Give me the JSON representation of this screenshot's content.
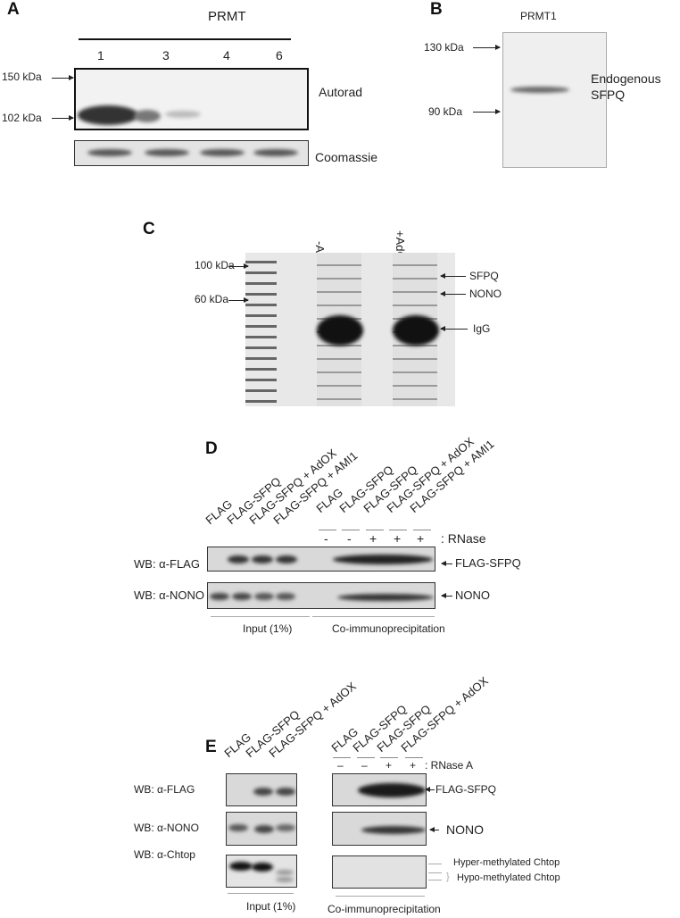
{
  "panelA": {
    "letter": "A",
    "title": "PRMT",
    "lanes": [
      "1",
      "3",
      "4",
      "6"
    ],
    "markers": [
      "150 kDa",
      "102 kDa"
    ],
    "autorad_label": "Autorad",
    "coomassie_label": "Coomassie"
  },
  "panelB": {
    "letter": "B",
    "title": "PRMT1",
    "markers": [
      "130 kDa",
      "90 kDa"
    ],
    "band_label_1": "Endogenous",
    "band_label_2": "SFPQ"
  },
  "panelC": {
    "letter": "C",
    "lanes": [
      "-AdOx",
      "+AdOX"
    ],
    "markers": [
      "100 kDa",
      "60 kDa"
    ],
    "bands": [
      "SFPQ",
      "NONO",
      "IgG"
    ]
  },
  "panelD": {
    "letter": "D",
    "lanes": [
      "FLAG",
      "FLAG-SFPQ",
      "FLAG-SFPQ + AdOX",
      "FLAG-SFPQ + AMI1",
      "FLAG",
      "FLAG-SFPQ",
      "FLAG-SFPQ",
      "FLAG-SFPQ + AdOX",
      "FLAG-SFPQ + AMI1"
    ],
    "rnase": [
      "-",
      "-",
      "+",
      "+",
      "+"
    ],
    "rnase_label": ": RNase",
    "wb": [
      "WB: α-FLAG",
      "WB: α-NONO"
    ],
    "bands": [
      "FLAG-SFPQ",
      "NONO"
    ],
    "groups": [
      "Input (1%)",
      "Co-immunoprecipitation"
    ]
  },
  "panelE": {
    "letter": "E",
    "input_lanes": [
      "FLAG",
      "FLAG-SFPQ",
      "FLAG-SFPQ + AdOX"
    ],
    "ip_lanes": [
      "FLAG",
      "FLAG-SFPQ",
      "FLAG-SFPQ",
      "FLAG-SFPQ + AdOX"
    ],
    "rnase": [
      "–",
      "–",
      "+",
      "+"
    ],
    "rnase_label": ": RNase A",
    "wb": [
      "WB: α-FLAG",
      "WB: α-NONO",
      "WB: α-Chtop"
    ],
    "bands": [
      "FLAG-SFPQ",
      "NONO",
      "Hyper-methylated Chtop",
      "Hypo-methylated Chtop"
    ],
    "groups": [
      "Input (1%)",
      "Co-immunoprecipitation"
    ]
  }
}
